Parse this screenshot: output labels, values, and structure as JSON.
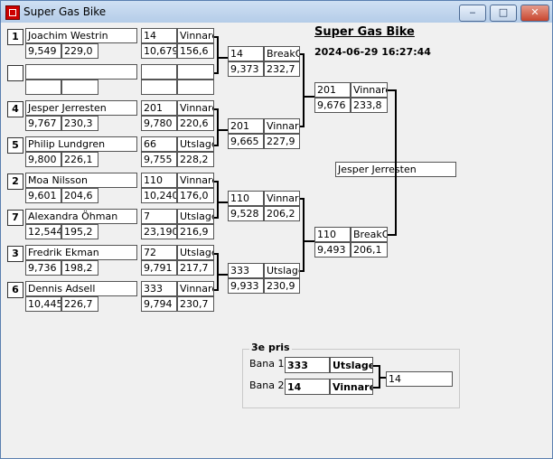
{
  "window": {
    "title": "Super Gas Bike",
    "minimize": "‒",
    "maximize": "□",
    "close": "✕"
  },
  "header": {
    "title": "Super Gas Bike",
    "datetime": "2024-06-29 16:27:44"
  },
  "round1": [
    {
      "seed": "1",
      "name": "Joachim  Westrin",
      "time": "9,549",
      "speed": "229,0"
    },
    {
      "seed": "",
      "name": "",
      "time": "",
      "speed": ""
    },
    {
      "seed": "4",
      "name": "Jesper Jerresten",
      "time": "9,767",
      "speed": "230,3"
    },
    {
      "seed": "5",
      "name": "Philip Lundgren",
      "time": "9,800",
      "speed": "226,1"
    },
    {
      "seed": "2",
      "name": "Moa Nilsson",
      "time": "9,601",
      "speed": "204,6"
    },
    {
      "seed": "7",
      "name": "Alexandra Öhman",
      "time": "12,544",
      "speed": "195,2"
    },
    {
      "seed": "3",
      "name": "Fredrik  Ekman",
      "time": "9,736",
      "speed": "198,2"
    },
    {
      "seed": "6",
      "name": "Dennis Adsell",
      "time": "10,445",
      "speed": "226,7"
    }
  ],
  "round2": [
    {
      "num": "14",
      "result": "Vinnare",
      "time": "10,679",
      "speed": "156,6"
    },
    {
      "num": "",
      "result": "",
      "time": "",
      "speed": ""
    },
    {
      "num": "201",
      "result": "Vinnare",
      "time": "9,780",
      "speed": "220,6"
    },
    {
      "num": "66",
      "result": "Utslagen",
      "time": "9,755",
      "speed": "228,2"
    },
    {
      "num": "110",
      "result": "Vinnare",
      "time": "10,240",
      "speed": "176,0"
    },
    {
      "num": "7",
      "result": "Utslagen",
      "time": "23,190",
      "speed": "216,9"
    },
    {
      "num": "72",
      "result": "Utslagen",
      "time": "9,791",
      "speed": "217,7"
    },
    {
      "num": "333",
      "result": "Vinnare",
      "time": "9,794",
      "speed": "230,7"
    }
  ],
  "round3": [
    {
      "num": "14",
      "result": "BreakOut",
      "time": "9,373",
      "speed": "232,7"
    },
    {
      "num": "201",
      "result": "Vinnare",
      "time": "9,665",
      "speed": "227,9"
    },
    {
      "num": "110",
      "result": "Vinnare",
      "time": "9,528",
      "speed": "206,2"
    },
    {
      "num": "333",
      "result": "Utslagen",
      "time": "9,933",
      "speed": "230,9"
    }
  ],
  "round4": [
    {
      "num": "201",
      "result": "Vinnare",
      "time": "9,676",
      "speed": "233,8"
    },
    {
      "num": "110",
      "result": "BreakOut",
      "time": "9,493",
      "speed": "206,1"
    }
  ],
  "final": {
    "winner": "Jesper Jerresten"
  },
  "third_place": {
    "legend": "3e pris",
    "lane1": {
      "label": "Bana 1",
      "num": "333",
      "result": "Utslagen"
    },
    "lane2": {
      "label": "Bana 2",
      "num": "14",
      "result": "Vinnare"
    },
    "winner": "14"
  }
}
